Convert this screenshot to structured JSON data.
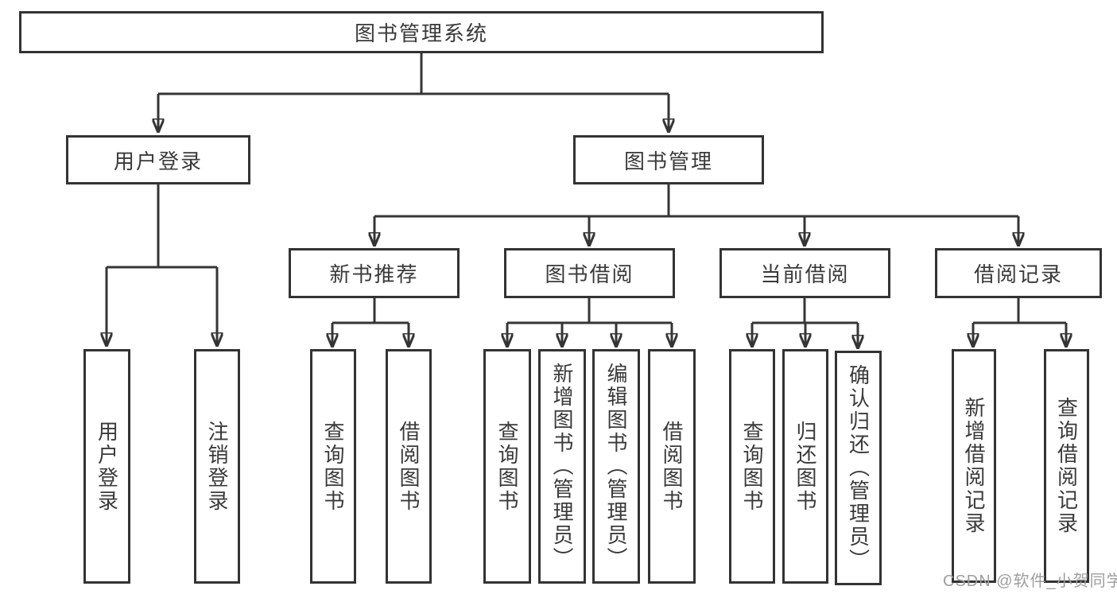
{
  "diagram_type": "hierarchy-flowchart",
  "colors": {
    "line": "#353535",
    "box_border": "#333333",
    "box_background": "#ffffff",
    "text": "#3a3a3a",
    "watermark": "#9e9e9e",
    "page_background": "#ffffff"
  },
  "nodes": {
    "root": "图书管理系统",
    "user_login_branch": "用户登录",
    "book_management": "图书管理",
    "new_book_recommend": "新书推荐",
    "book_borrowing": "图书借阅",
    "current_borrowing": "当前借阅",
    "borrowing_records": "借阅记录",
    "login": "用户登录",
    "logout": "注销登录",
    "nbr_query_books": "查询图书",
    "nbr_borrow_books": "借阅图书",
    "bb_query_books": "查询图书",
    "bb_add_books": "新增图书（管理员）",
    "bb_edit_books": "编辑图书（管理员）",
    "bb_borrow_books": "借阅图书",
    "cb_query_books": "查询图书",
    "cb_return_books": "归还图书",
    "cb_confirm_return": "确认归还（管理员）",
    "br_add_record": "新增借阅记录",
    "br_query_record": "查询借阅记录"
  },
  "watermark": "CSDN @软件_小贺同学"
}
